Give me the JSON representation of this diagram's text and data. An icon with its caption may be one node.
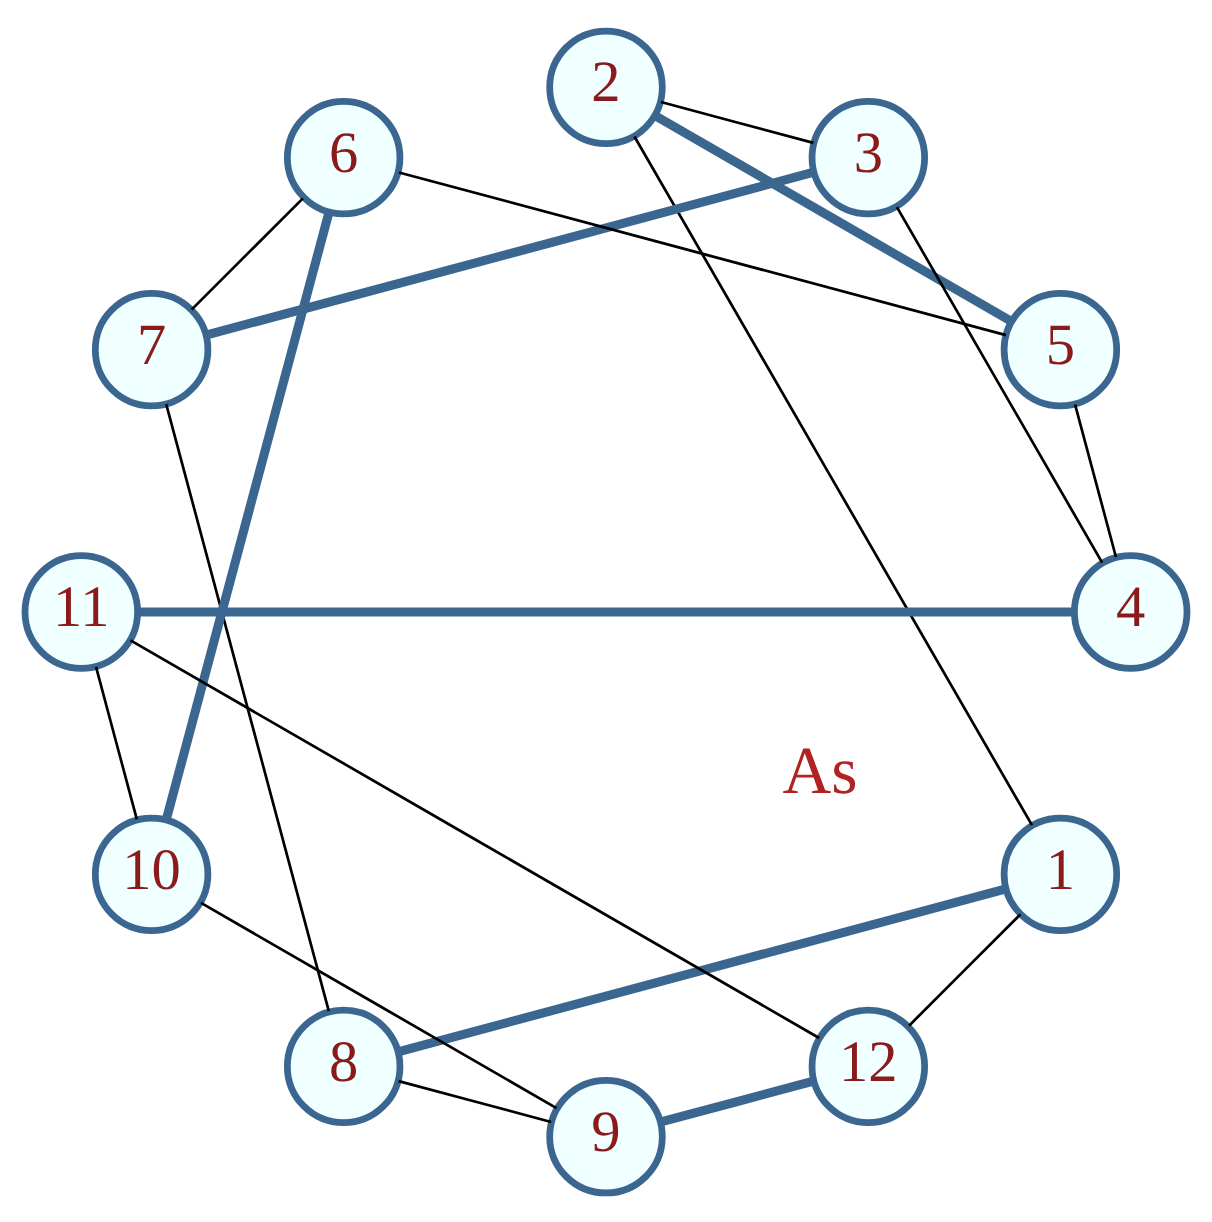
{
  "diagram": {
    "nodes": [
      {
        "text": [
          "1"
        ]
      },
      {
        "text": [
          "2"
        ]
      },
      {
        "text": [
          "3"
        ]
      },
      {
        "text": [
          "4"
        ]
      },
      {
        "text": [
          "5"
        ]
      },
      {
        "text": [
          "6"
        ]
      },
      {
        "text": [
          "7"
        ]
      },
      {
        "text": [
          "8"
        ]
      },
      {
        "text": [
          "9"
        ]
      },
      {
        "text": [
          "10"
        ]
      },
      {
        "text": [
          "11"
        ]
      },
      {
        "text": [
          "12"
        ]
      }
    ],
    "edges": [
      {
        "from": 0,
        "to": 1,
        "arrow": "none"
      },
      {
        "from": 1,
        "to": 2,
        "arrow": "none"
      },
      {
        "from": 2,
        "to": 3,
        "arrow": "none"
      },
      {
        "from": 3,
        "to": 4,
        "arrow": "none"
      },
      {
        "from": 4,
        "to": 5,
        "arrow": "none"
      },
      {
        "from": 5,
        "to": 6,
        "arrow": "none"
      },
      {
        "from": 6,
        "to": 7,
        "arrow": "none"
      },
      {
        "from": 7,
        "to": 8,
        "arrow": "none"
      },
      {
        "from": 8,
        "to": 9,
        "arrow": "none"
      },
      {
        "from": 9,
        "to": 10,
        "arrow": "none"
      },
      {
        "from": 10,
        "to": 11,
        "arrow": "none"
      },
      {
        "from": 11,
        "to": 0,
        "arrow": "none"
      },
      {
        "from": 0,
        "to": 7,
        "arrow": "none",
        "style": "thick",
        "color": "#3a6690"
      },
      {
        "from": 11,
        "to": 8,
        "arrow": "none",
        "style": "thick",
        "color": "#3a6690"
      },
      {
        "from": 10,
        "to": 3,
        "arrow": "none",
        "style": "thick",
        "color": "#3a6690"
      },
      {
        "from": 9,
        "to": 5,
        "arrow": "none",
        "style": "thick",
        "color": "#3a6690"
      },
      {
        "from": 1,
        "to": 4,
        "arrow": "none",
        "style": "thick",
        "color": "#3a6690"
      },
      {
        "from": 2,
        "to": 6,
        "arrow": "none",
        "style": "thick",
        "color": "#3a6690"
      }
    ],
    "labels": [
      "As"
    ]
  }
}
